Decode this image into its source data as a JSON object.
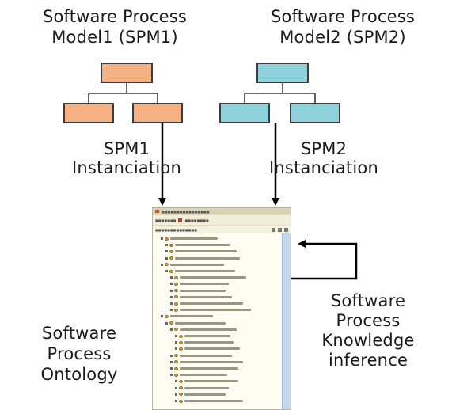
{
  "diagram": {
    "spm1_title_line1": "Software Process",
    "spm1_title_line2": "Model1 (SPM1)",
    "spm2_title_line1": "Software Process",
    "spm2_title_line2": "Model2 (SPM2)",
    "spm1_inst_line1": "SPM1",
    "spm1_inst_line2": "Instanciation",
    "spm2_inst_line1": "SPM2",
    "spm2_inst_line2": "Instanciation",
    "inference_line1": "Software",
    "inference_line2": "Process",
    "inference_line3": "Knowledge",
    "inference_line4": "inference",
    "ontology_line1": "Software",
    "ontology_line2": "Process",
    "ontology_line3": "Ontology"
  },
  "colors": {
    "spm1_box": "#f4b183",
    "spm2_box": "#8fd2dc",
    "connector": "#000000"
  }
}
